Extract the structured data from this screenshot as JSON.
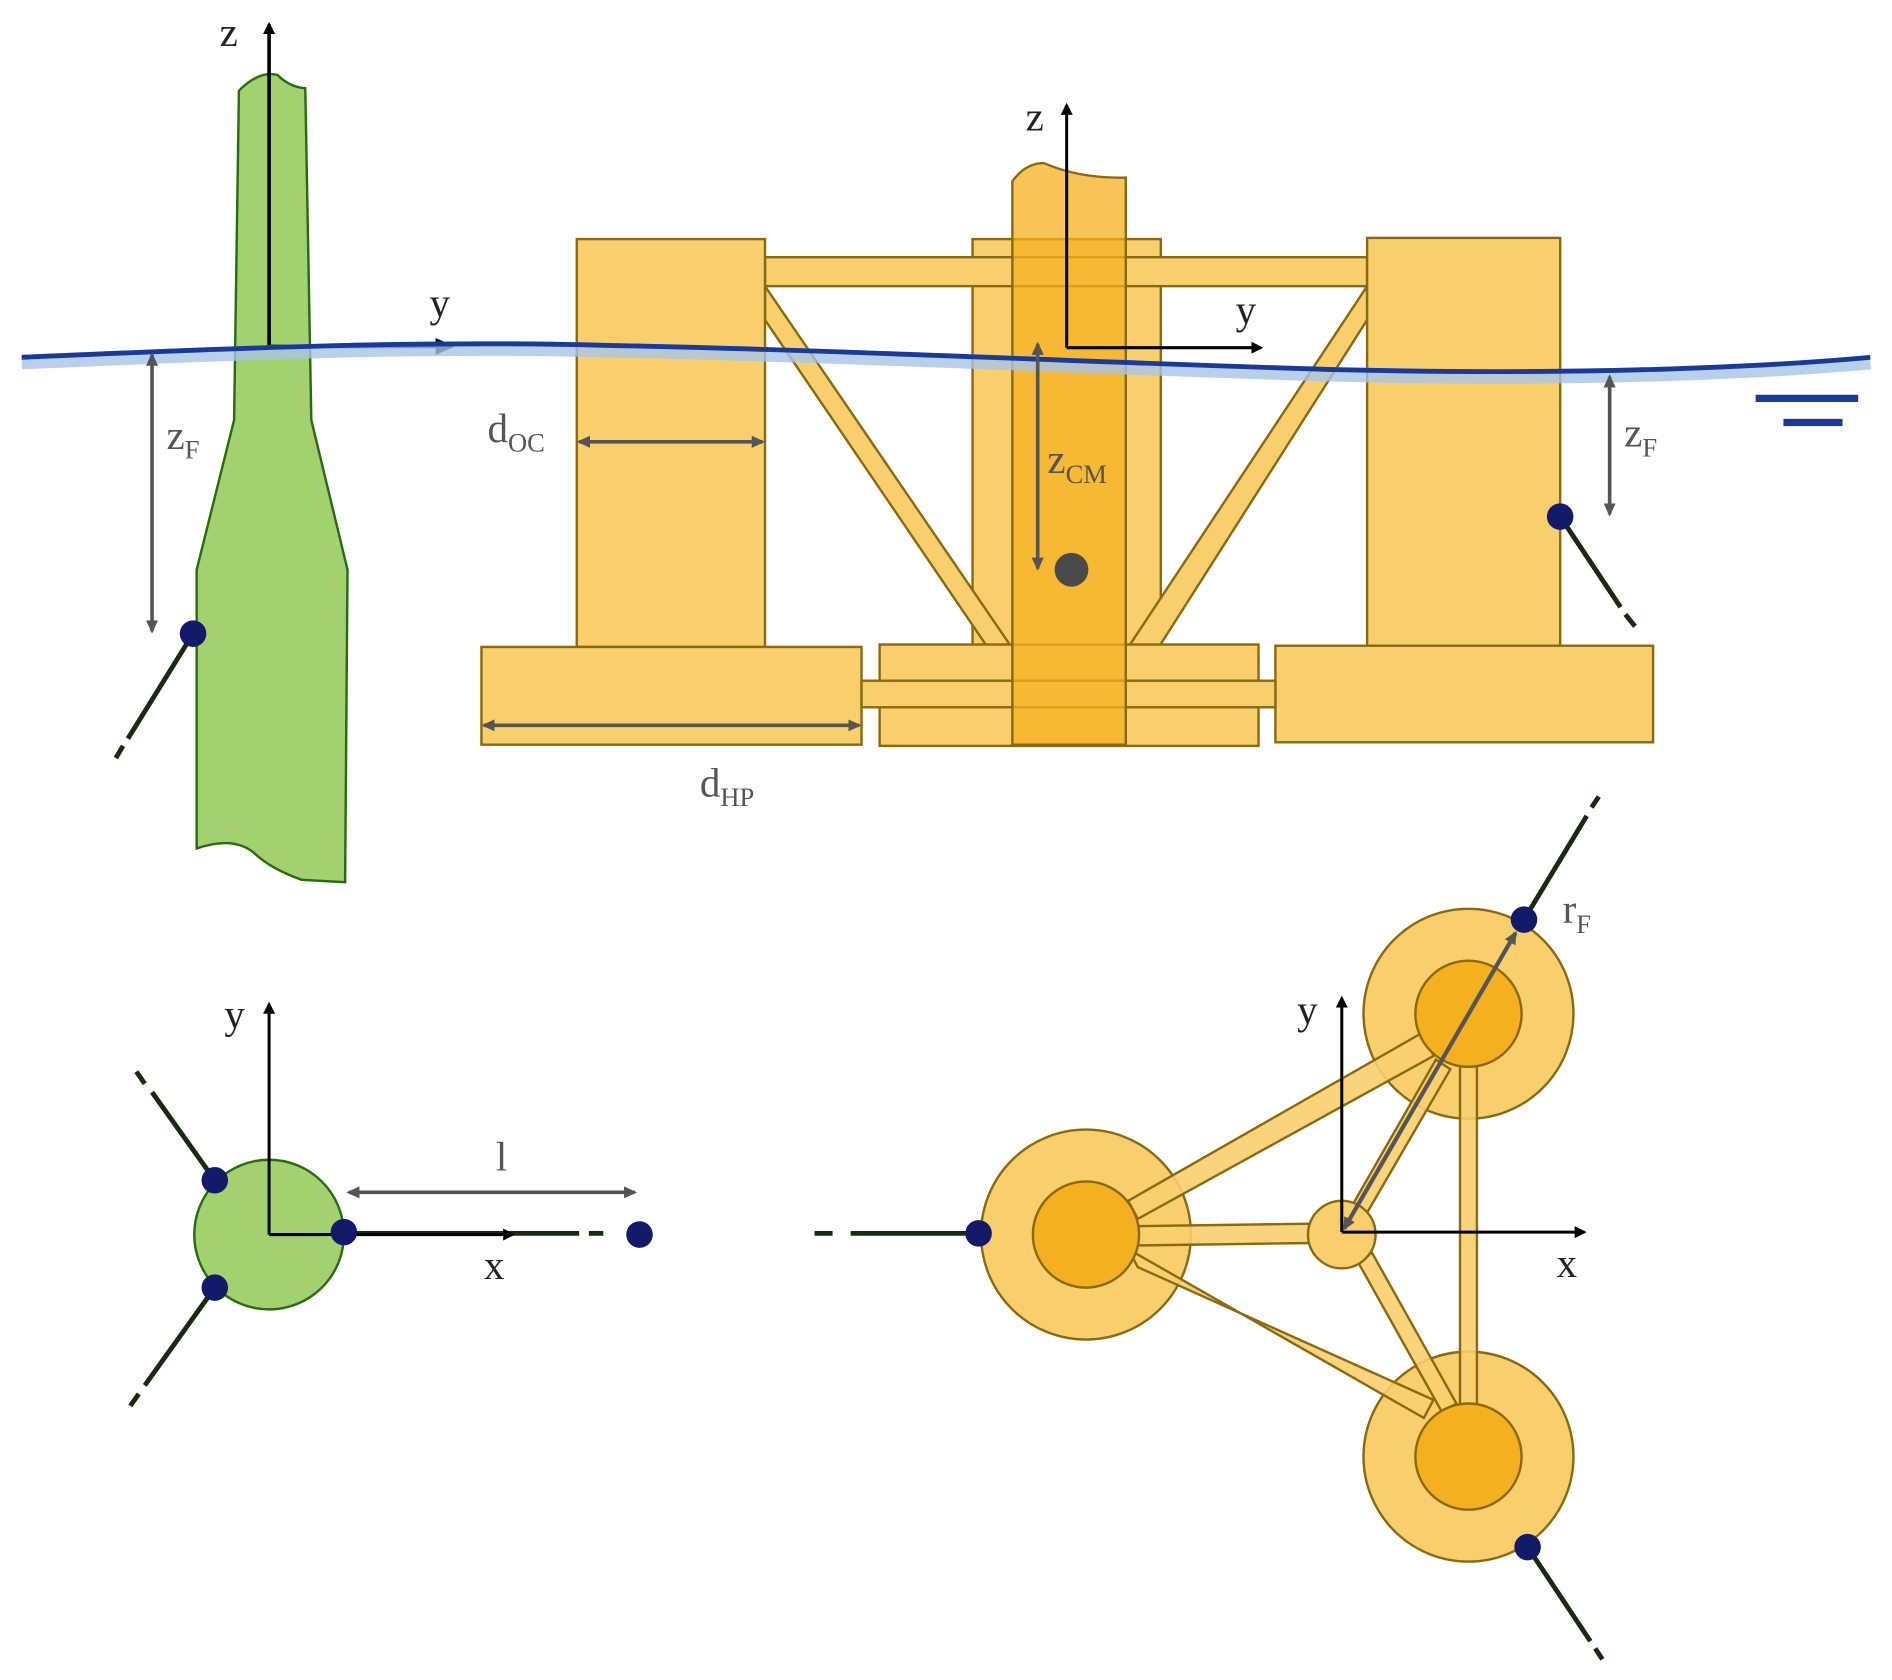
{
  "title": "Spar and semi-submersible floating platform geometry",
  "colors": {
    "spar_fill": "#a3d16f",
    "spar_stroke": "#2a6a10",
    "semisub_fill": "#f9cf6e",
    "semisub_dark": "#f5b020",
    "semisub_stroke": "#8a6a10",
    "water": "#1a3a9a",
    "water_light": "#a8c4e8",
    "fairlead": "#141a6a",
    "dimension": "#555555"
  },
  "spar_side": {
    "axis_z": "z",
    "axis_y": "y",
    "fairlead_depth": {
      "main": "z",
      "sub": "F"
    }
  },
  "semisub_side": {
    "axis_z": "z",
    "axis_y": "y",
    "offset_column_diameter": {
      "main": "d",
      "sub": "OC"
    },
    "center_of_mass_depth": {
      "main": "z",
      "sub": "CM"
    },
    "fairlead_depth": {
      "main": "z",
      "sub": "F"
    },
    "heave_plate_diameter": {
      "main": "d",
      "sub": "HP"
    }
  },
  "spar_top": {
    "axis_y": "y",
    "axis_x": "x",
    "line_length": "l"
  },
  "semisub_top": {
    "axis_y": "y",
    "axis_x": "x",
    "fairlead_radius": {
      "main": "r",
      "sub": "F"
    }
  }
}
